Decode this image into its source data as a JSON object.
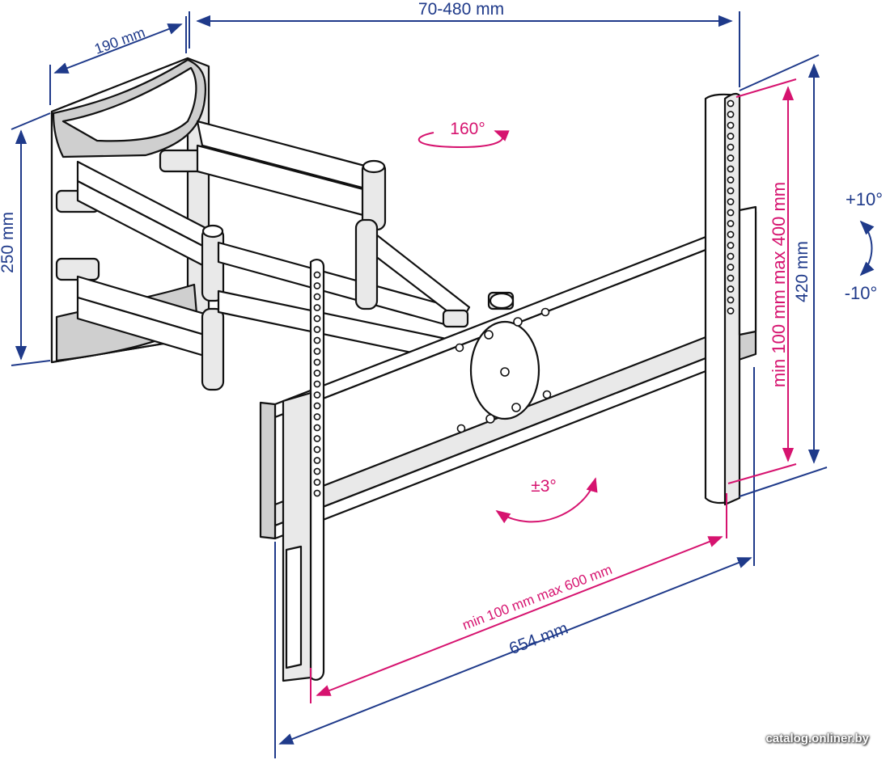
{
  "dimensions": {
    "swivel_distance": "70-480 mm",
    "wall_plate_width": "190 mm",
    "wall_plate_height": "250 mm",
    "bracket_height": "420 mm",
    "bracket_width": "654 mm",
    "vesa_vertical": "min 100 mm max 400 mm",
    "vesa_horizontal": "min 100 mm max 600 mm"
  },
  "angles": {
    "swivel": "160°",
    "tilt_up": "+10°",
    "tilt_down": "-10°",
    "rotation": "±3°"
  },
  "watermark": "catalog.onliner.by",
  "colors": {
    "dimension_blue": "#1f3a8a",
    "vesa_pink": "#d6136f"
  }
}
